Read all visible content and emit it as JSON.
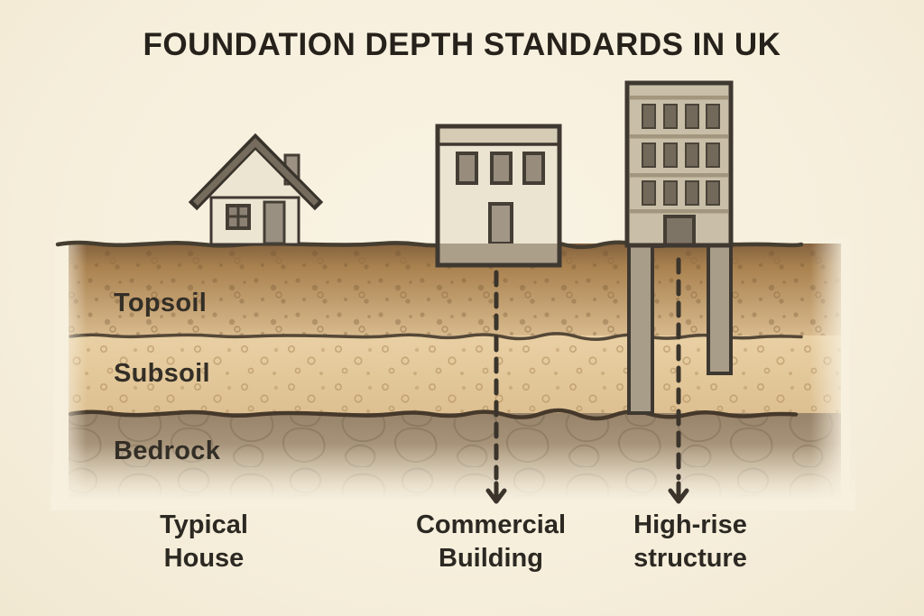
{
  "title": "FOUNDATION DEPTH STANDARDS IN UK",
  "layers": [
    {
      "label": "Topsoil"
    },
    {
      "label": "Subsoil"
    },
    {
      "label": "Bedrock"
    }
  ],
  "structures": [
    {
      "label_line1": "Typical",
      "label_line2": "House",
      "foundation": "shallow"
    },
    {
      "label_line1": "Commercial",
      "label_line2": "Building",
      "foundation": "slab below ground"
    },
    {
      "label_line1": "High-rise",
      "label_line2": "structure",
      "foundation": "piles to bedrock"
    }
  ],
  "colors": {
    "background": "#f7f0df",
    "title_text": "#26221b",
    "label_text": "#2c2822",
    "ground_line": "#453d2f",
    "topsoil_top": "#8a6743",
    "topsoil_bottom": "#d8ba8d",
    "subsoil": "#e7cc9f",
    "bedrock": "#a28f75",
    "house_wall": "#ece5d2",
    "roof": "#756c5e",
    "commercial_body": "#ebe4d1",
    "highrise_body": "#c9bea7",
    "window_pane": "#988d7d",
    "foundation_slab": "#ac9f8a",
    "pile": "#a89d88",
    "outline": "#3e3831",
    "arrow": "#3a342b"
  }
}
